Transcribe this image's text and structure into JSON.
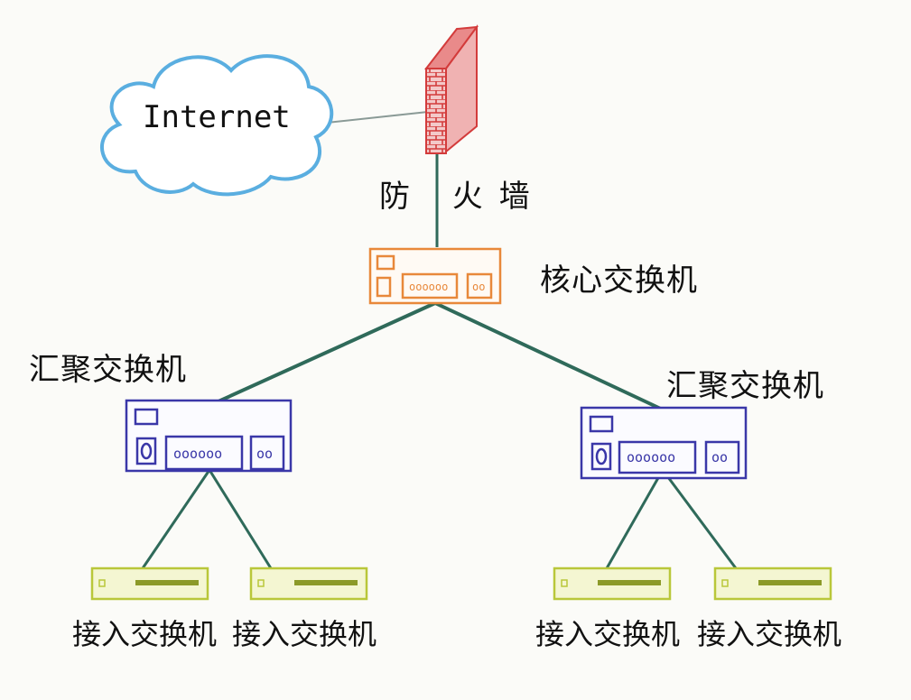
{
  "nodes": {
    "cloud": "Internet",
    "firewall": "防 火墙",
    "core_switch": "核心交换机",
    "agg_switch_left": "汇聚交换机",
    "agg_switch_right": "汇聚交换机",
    "access_switch_1": "接入交换机",
    "access_switch_2": "接入交换机",
    "access_switch_3": "接入交换机",
    "access_switch_4": "接入交换机"
  },
  "colors": {
    "cloud_outline": "#5aaee0",
    "firewall": "#d33b3b",
    "core_switch": "#e8883a",
    "agg_switch": "#3a37a8",
    "access_switch": "#b9c73a",
    "link": "#2f6a5a"
  }
}
